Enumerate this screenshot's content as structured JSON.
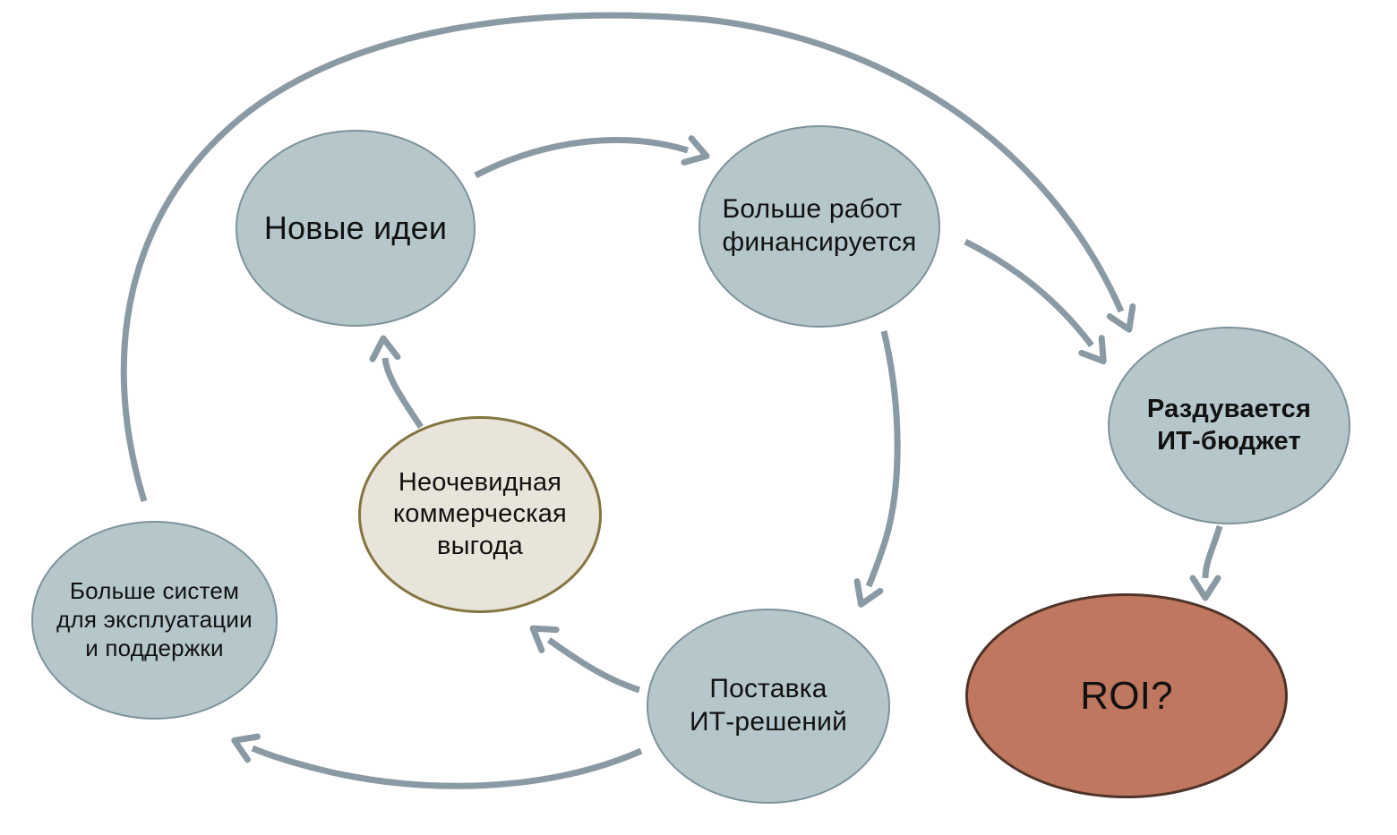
{
  "diagram": {
    "title": "",
    "background": "#ffffff",
    "arrow_color": "#8a9aa4",
    "text_color": "#111111",
    "nodes": [
      {
        "id": "new-ideas",
        "label": "Новые идеи",
        "fill": "#b5c7cb",
        "border": "#7e929c",
        "shape": "ellipse",
        "emphasis": "normal"
      },
      {
        "id": "more-work-funded",
        "label": "Больше работ\nфинансируется",
        "fill": "#b5c7cb",
        "border": "#7e929c",
        "shape": "ellipse",
        "emphasis": "normal"
      },
      {
        "id": "it-budget-balloons",
        "label": "Раздувается\nИТ-бюджет",
        "fill": "#b5c7cb",
        "border": "#7e929c",
        "shape": "ellipse",
        "emphasis": "bold"
      },
      {
        "id": "roi",
        "label": "ROI?",
        "fill": "#c0775f",
        "border": "#4e3329",
        "shape": "ellipse",
        "emphasis": "normal"
      },
      {
        "id": "it-solutions-delivery",
        "label": "Поставка\nИТ-решений",
        "fill": "#b5c7cb",
        "border": "#7e929c",
        "shape": "ellipse",
        "emphasis": "normal"
      },
      {
        "id": "more-systems-to-support",
        "label": "Больше систем\nдля эксплуатации\nи поддержки",
        "fill": "#b5c7cb",
        "border": "#7e929c",
        "shape": "ellipse",
        "emphasis": "normal"
      },
      {
        "id": "unobvious-benefit",
        "label": "Неочевидная\nкоммерческая\nвыгода",
        "fill": "#e8e4da",
        "border": "#847540",
        "shape": "ellipse",
        "emphasis": "normal"
      }
    ],
    "edges": [
      {
        "from": "new-ideas",
        "to": "more-work-funded"
      },
      {
        "from": "more-work-funded",
        "to": "it-budget-balloons"
      },
      {
        "from": "more-systems-to-support",
        "to": "it-budget-balloons"
      },
      {
        "from": "it-budget-balloons",
        "to": "roi"
      },
      {
        "from": "more-work-funded",
        "to": "it-solutions-delivery"
      },
      {
        "from": "it-solutions-delivery",
        "to": "unobvious-benefit"
      },
      {
        "from": "it-solutions-delivery",
        "to": "more-systems-to-support"
      },
      {
        "from": "unobvious-benefit",
        "to": "new-ideas"
      }
    ]
  }
}
